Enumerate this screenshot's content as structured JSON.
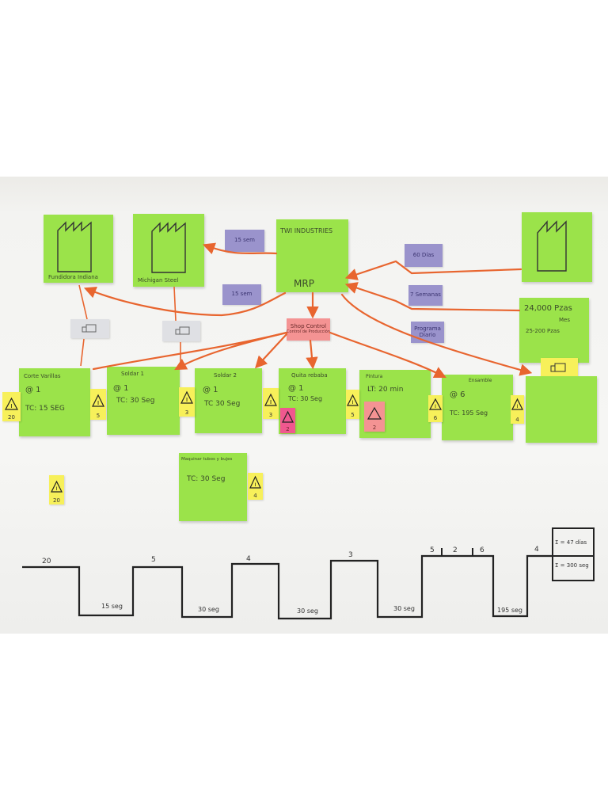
{
  "suppliers": {
    "fundidora": "Fundidora Indiana",
    "michigan": "Michigan Steel"
  },
  "company": {
    "name": "TWI INDUSTRIES",
    "system": "MRP"
  },
  "flows": {
    "michigan_freq": "15 sem",
    "customer_forecast": "60 Días",
    "weekly": "15 sem",
    "customer_order": "7 Semanas",
    "schedule": "Programa Diario"
  },
  "customer_demand": {
    "line1": "24,000 Pzas",
    "line2": "Mes",
    "line3": "25-200 Pzas"
  },
  "control": {
    "title": "Shop Control",
    "sub": "Control de Producción"
  },
  "processes": [
    {
      "name": "Corte Varillas",
      "ops": "@ 1",
      "tc": "TC: 15 SEG"
    },
    {
      "name": "Soldar 1",
      "ops": "@ 1",
      "tc": "TC: 30 Seg"
    },
    {
      "name": "Soldar 2",
      "ops": "@ 1",
      "tc": "TC 30 Seg"
    },
    {
      "name": "Quita rebaba",
      "ops": "@ 1",
      "tc": "TC: 30 Seg"
    },
    {
      "name": "Pintura",
      "ops": "",
      "tc": "LT: 20 min"
    },
    {
      "name": "Ensamble",
      "ops": "@ 6",
      "tc": "TC: 195 Seg"
    },
    {
      "name": "",
      "ops": "",
      "tc": ""
    }
  ],
  "extra_process": {
    "name": "Maquinar tubos y bujes",
    "tc": "TC: 30 Seg"
  },
  "inventory": [
    "20",
    "5",
    "3",
    "3",
    "5",
    "6",
    "4"
  ],
  "pink_inventory": [
    "2",
    "2"
  ],
  "extra_inventory": [
    "20",
    "4"
  ],
  "timeline": {
    "top": [
      "20",
      "5",
      "4",
      "3",
      "5",
      "2",
      "6",
      "4"
    ],
    "bottom": [
      "15 seg",
      "30 seg",
      "30 seg",
      "30 seg",
      "195 seg"
    ],
    "lead_time": "Σ = 47 días",
    "value_time": "Σ = 300 seg"
  },
  "colors": {
    "sticky_green": "#9be34a",
    "sticky_purple": "#9a93cc",
    "sticky_pink": "#f49393",
    "sticky_yellow": "#f7f05a",
    "arrow": "#e8652f",
    "marker": "#222222"
  }
}
